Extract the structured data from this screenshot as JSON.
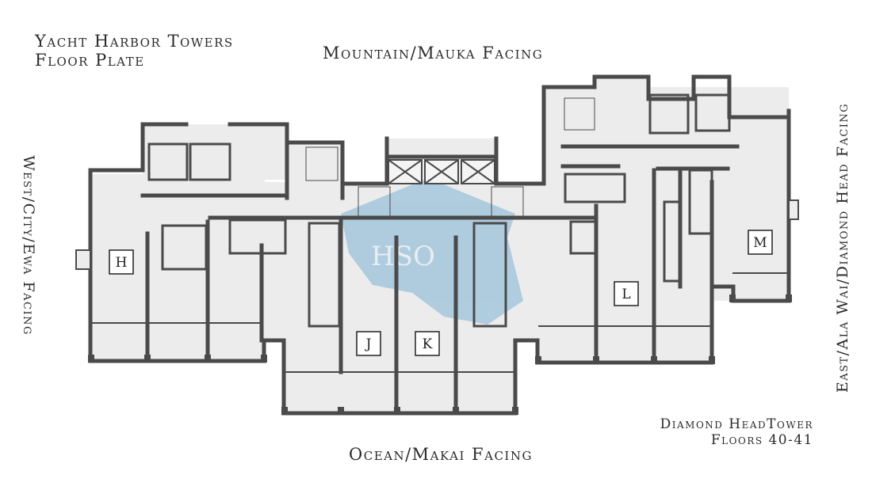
{
  "title": {
    "line1": "Yacht Harbor Towers",
    "line2": "Floor Plate"
  },
  "facings": {
    "top": "Mountain/Mauka Facing",
    "bottom": "Ocean/Makai Facing",
    "left": "West/City/Ewa Facing",
    "right": "East/Ala Wai/Diamond Head Facing"
  },
  "tower": {
    "line1": "Diamond HeadTower",
    "line2": "Floors 40-41"
  },
  "units": [
    {
      "id": "unit-h",
      "label": "H"
    },
    {
      "id": "unit-j",
      "label": "J"
    },
    {
      "id": "unit-k",
      "label": "K"
    },
    {
      "id": "unit-l",
      "label": "L"
    },
    {
      "id": "unit-m",
      "label": "M"
    }
  ],
  "watermark": "HSO",
  "colors": {
    "wall": "#4a4a4a",
    "floor": "#ececec",
    "label_box": "#ffffff",
    "watermark": "#7fb3d5"
  }
}
